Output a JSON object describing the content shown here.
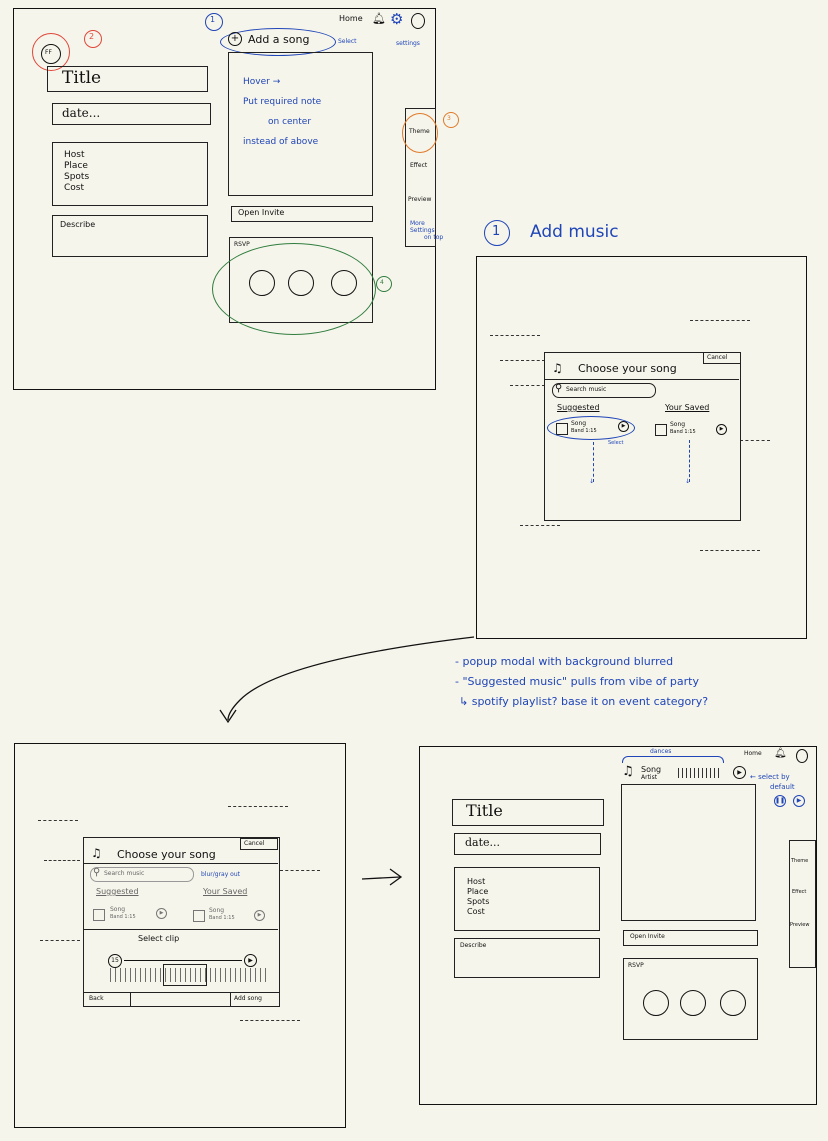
{
  "colors": {
    "ink": "#111111",
    "note_blue": "#1f45b8",
    "red": "#e0473a",
    "orange": "#e07a2a",
    "green": "#2f7d3e",
    "paper": "#f6f5eb"
  },
  "sketch1": {
    "nav_home": "Home",
    "settings_label": "settings",
    "add_song": "Add a song",
    "select_note": "Select",
    "avatar_initials": "FF",
    "title": "Title",
    "date": "date...",
    "details": [
      "Host",
      "Place",
      "Spots",
      "Cost"
    ],
    "describe": "Describe",
    "hover_note": [
      "Hover →",
      "Put required note",
      "on center",
      "instead of above"
    ],
    "open_invite": "Open Invite",
    "rsvp": "RSVP",
    "side_tabs": [
      "Theme",
      "Effect",
      "Preview"
    ],
    "more_settings": [
      "More",
      "Settings",
      "on top"
    ],
    "markers": {
      "m1": "1",
      "m2": "2",
      "m3": "3",
      "m4": "4"
    }
  },
  "section_heading": {
    "num": "1",
    "text": "Add music"
  },
  "modal1": {
    "cancel": "Cancel",
    "title": "Choose your song",
    "search": "Search music",
    "suggested": "Suggested",
    "your_saved": "Your Saved",
    "song_title": "Song",
    "song_artist": "Band 1:15",
    "select_note": "Select"
  },
  "notes": [
    "- popup modal with background blurred",
    "- \"Suggested music\" pulls from vibe of party",
    "↳ spotify playlist? base it on event category?"
  ],
  "modal2": {
    "cancel": "Cancel",
    "title": "Choose your song",
    "search": "Search music",
    "blur_note": "blur/gray out",
    "suggested": "Suggested",
    "your_saved": "Your Saved",
    "song_title": "Song",
    "song_artist": "Band 1:15",
    "select_clip": "Select clip",
    "clip_time": "15",
    "back": "Back",
    "add_song": "Add song"
  },
  "sketch3": {
    "nav_home": "Home",
    "dances_note": "dances",
    "song_name": "Song",
    "song_artist": "Artist",
    "select_note": [
      "← select by",
      "default"
    ],
    "title": "Title",
    "date": "date...",
    "details": [
      "Host",
      "Place",
      "Spots",
      "Cost"
    ],
    "describe": "Describe",
    "open_invite": "Open Invite",
    "rsvp": "RSVP",
    "side_tabs": [
      "Theme",
      "Effect",
      "Preview"
    ]
  }
}
